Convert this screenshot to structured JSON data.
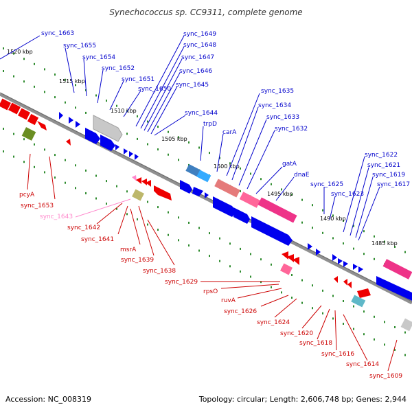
{
  "map": {
    "title": "Synechococcus sp. CC9311, complete genome",
    "accession": "Accession: NC_008319",
    "topology": "Topology: circular; Length: 2,606,748 bp; Genes: 2,944",
    "colors": {
      "backbone": "#808080",
      "tick": "#2e8b2e",
      "forward_label": "#0000cc",
      "reverse_label": "#cc0000",
      "rna_label": "#ff88cc",
      "forward_gene": "#0000ee",
      "reverse_gene": "#ee0000"
    },
    "kbp_markers": [
      "1520 kbp",
      "1515 kbp",
      "1510 kbp",
      "1505 kbp",
      "1500 kbp",
      "1495 kbp",
      "1490 kbp",
      "1485 kbp"
    ],
    "forward_labels": [
      "sync_1663",
      "sync_1655",
      "sync_1654",
      "sync_1652",
      "sync_1651",
      "sync_1650",
      "sync_1649",
      "sync_1648",
      "sync_1647",
      "sync_1646",
      "sync_1645",
      "sync_1644",
      "trpD",
      "carA",
      "sync_1635",
      "sync_1634",
      "sync_1633",
      "sync_1632",
      "gatA",
      "dnaE",
      "sync_1625",
      "sync_1623",
      "sync_1622",
      "sync_1621",
      "sync_1619",
      "sync_1617"
    ],
    "reverse_labels": [
      "pcyA",
      "sync_1653",
      "sync_1643",
      "sync_1642",
      "sync_1641",
      "msrA",
      "sync_1639",
      "sync_1638",
      "sync_1629",
      "rpsO",
      "ruvA",
      "sync_1626",
      "sync_1624",
      "sync_1620",
      "sync_1618",
      "sync_1616",
      "sync_1614",
      "sync_1609"
    ]
  }
}
